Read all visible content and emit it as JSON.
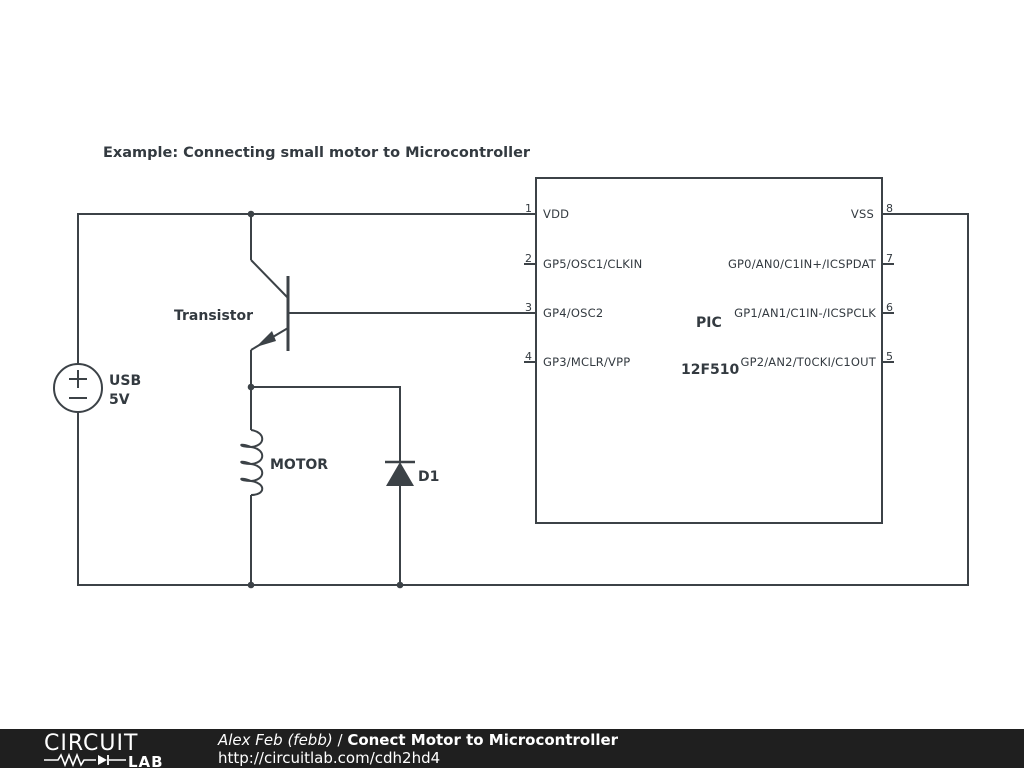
{
  "diagram": {
    "title": "Example: Connecting small motor to Microcontroller",
    "components": {
      "transistor_label": "Transistor",
      "source_label_1": "USB",
      "source_label_2": "5V",
      "motor_label": "MOTOR",
      "diode_label": "D1",
      "chip_label_1": "PIC",
      "chip_label_2": "12F510"
    },
    "chip_pins": [
      {
        "num": "1",
        "name": "VDD"
      },
      {
        "num": "2",
        "name": "GP5/OSC1/CLKIN"
      },
      {
        "num": "3",
        "name": "GP4/OSC2"
      },
      {
        "num": "4",
        "name": "GP3/MCLR/VPP"
      },
      {
        "num": "5",
        "name": "GP2/AN2/T0CKI/C1OUT"
      },
      {
        "num": "6",
        "name": "GP1/AN1/C1IN-/ICSPCLK"
      },
      {
        "num": "7",
        "name": "GP0/AN0/C1IN+/ICSPDAT"
      },
      {
        "num": "8",
        "name": "VSS"
      }
    ],
    "symbols": {
      "source_plus": "+",
      "source_minus": "−"
    }
  },
  "footer": {
    "logo_top": "CIRCUIT",
    "logo_bottom": "LAB",
    "author": "Alex Feb (febb)",
    "separator": " / ",
    "title": "Conect Motor to Microcontroller",
    "url": "http://circuitlab.com/cdh2hd4"
  }
}
